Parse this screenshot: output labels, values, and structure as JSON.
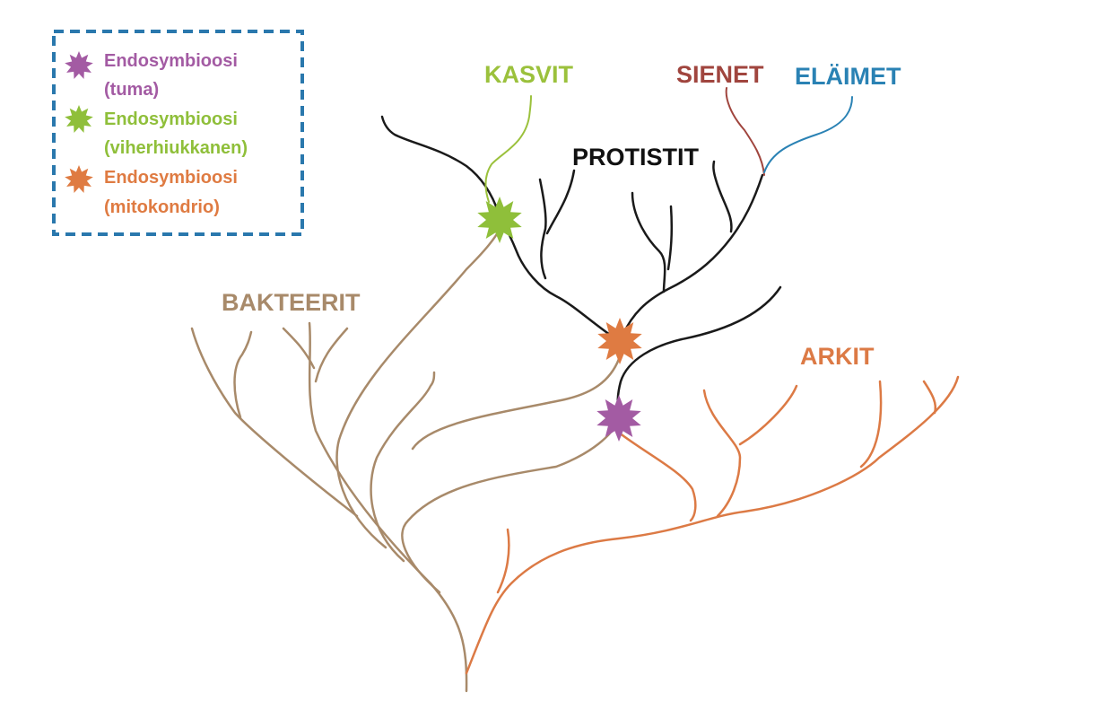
{
  "colors": {
    "bacteria": "#a88a6a",
    "archaea": "#dc7a45",
    "eukaryote": "#1a1a1a",
    "plants": "#9bc13c",
    "fungi": "#a0453e",
    "animals": "#2a82b4",
    "nucleus_star": "#a35ba3",
    "chloroplast_star": "#8fbf3a",
    "mitochondria_star": "#df7b42",
    "legend_border": "#2a78ad"
  },
  "legend": {
    "items": [
      {
        "icon": "purple-star-icon",
        "line1": "Endosymbioosi",
        "line2": "(tuma)",
        "color": "#a35ba3"
      },
      {
        "icon": "green-star-icon",
        "line1": "Endosymbioosi",
        "line2": "(viherhiukkanen)",
        "color": "#8fbf3a"
      },
      {
        "icon": "orange-star-icon",
        "line1": "Endosymbioosi",
        "line2": "(mitokondrio)",
        "color": "#df7b42"
      }
    ]
  },
  "labels": {
    "bacteria": "BAKTEERIT",
    "archaea": "ARKIT",
    "protists": "PROTISTIT",
    "plants": "KASVIT",
    "fungi": "SIENET",
    "animals": "ELÄIMET"
  }
}
